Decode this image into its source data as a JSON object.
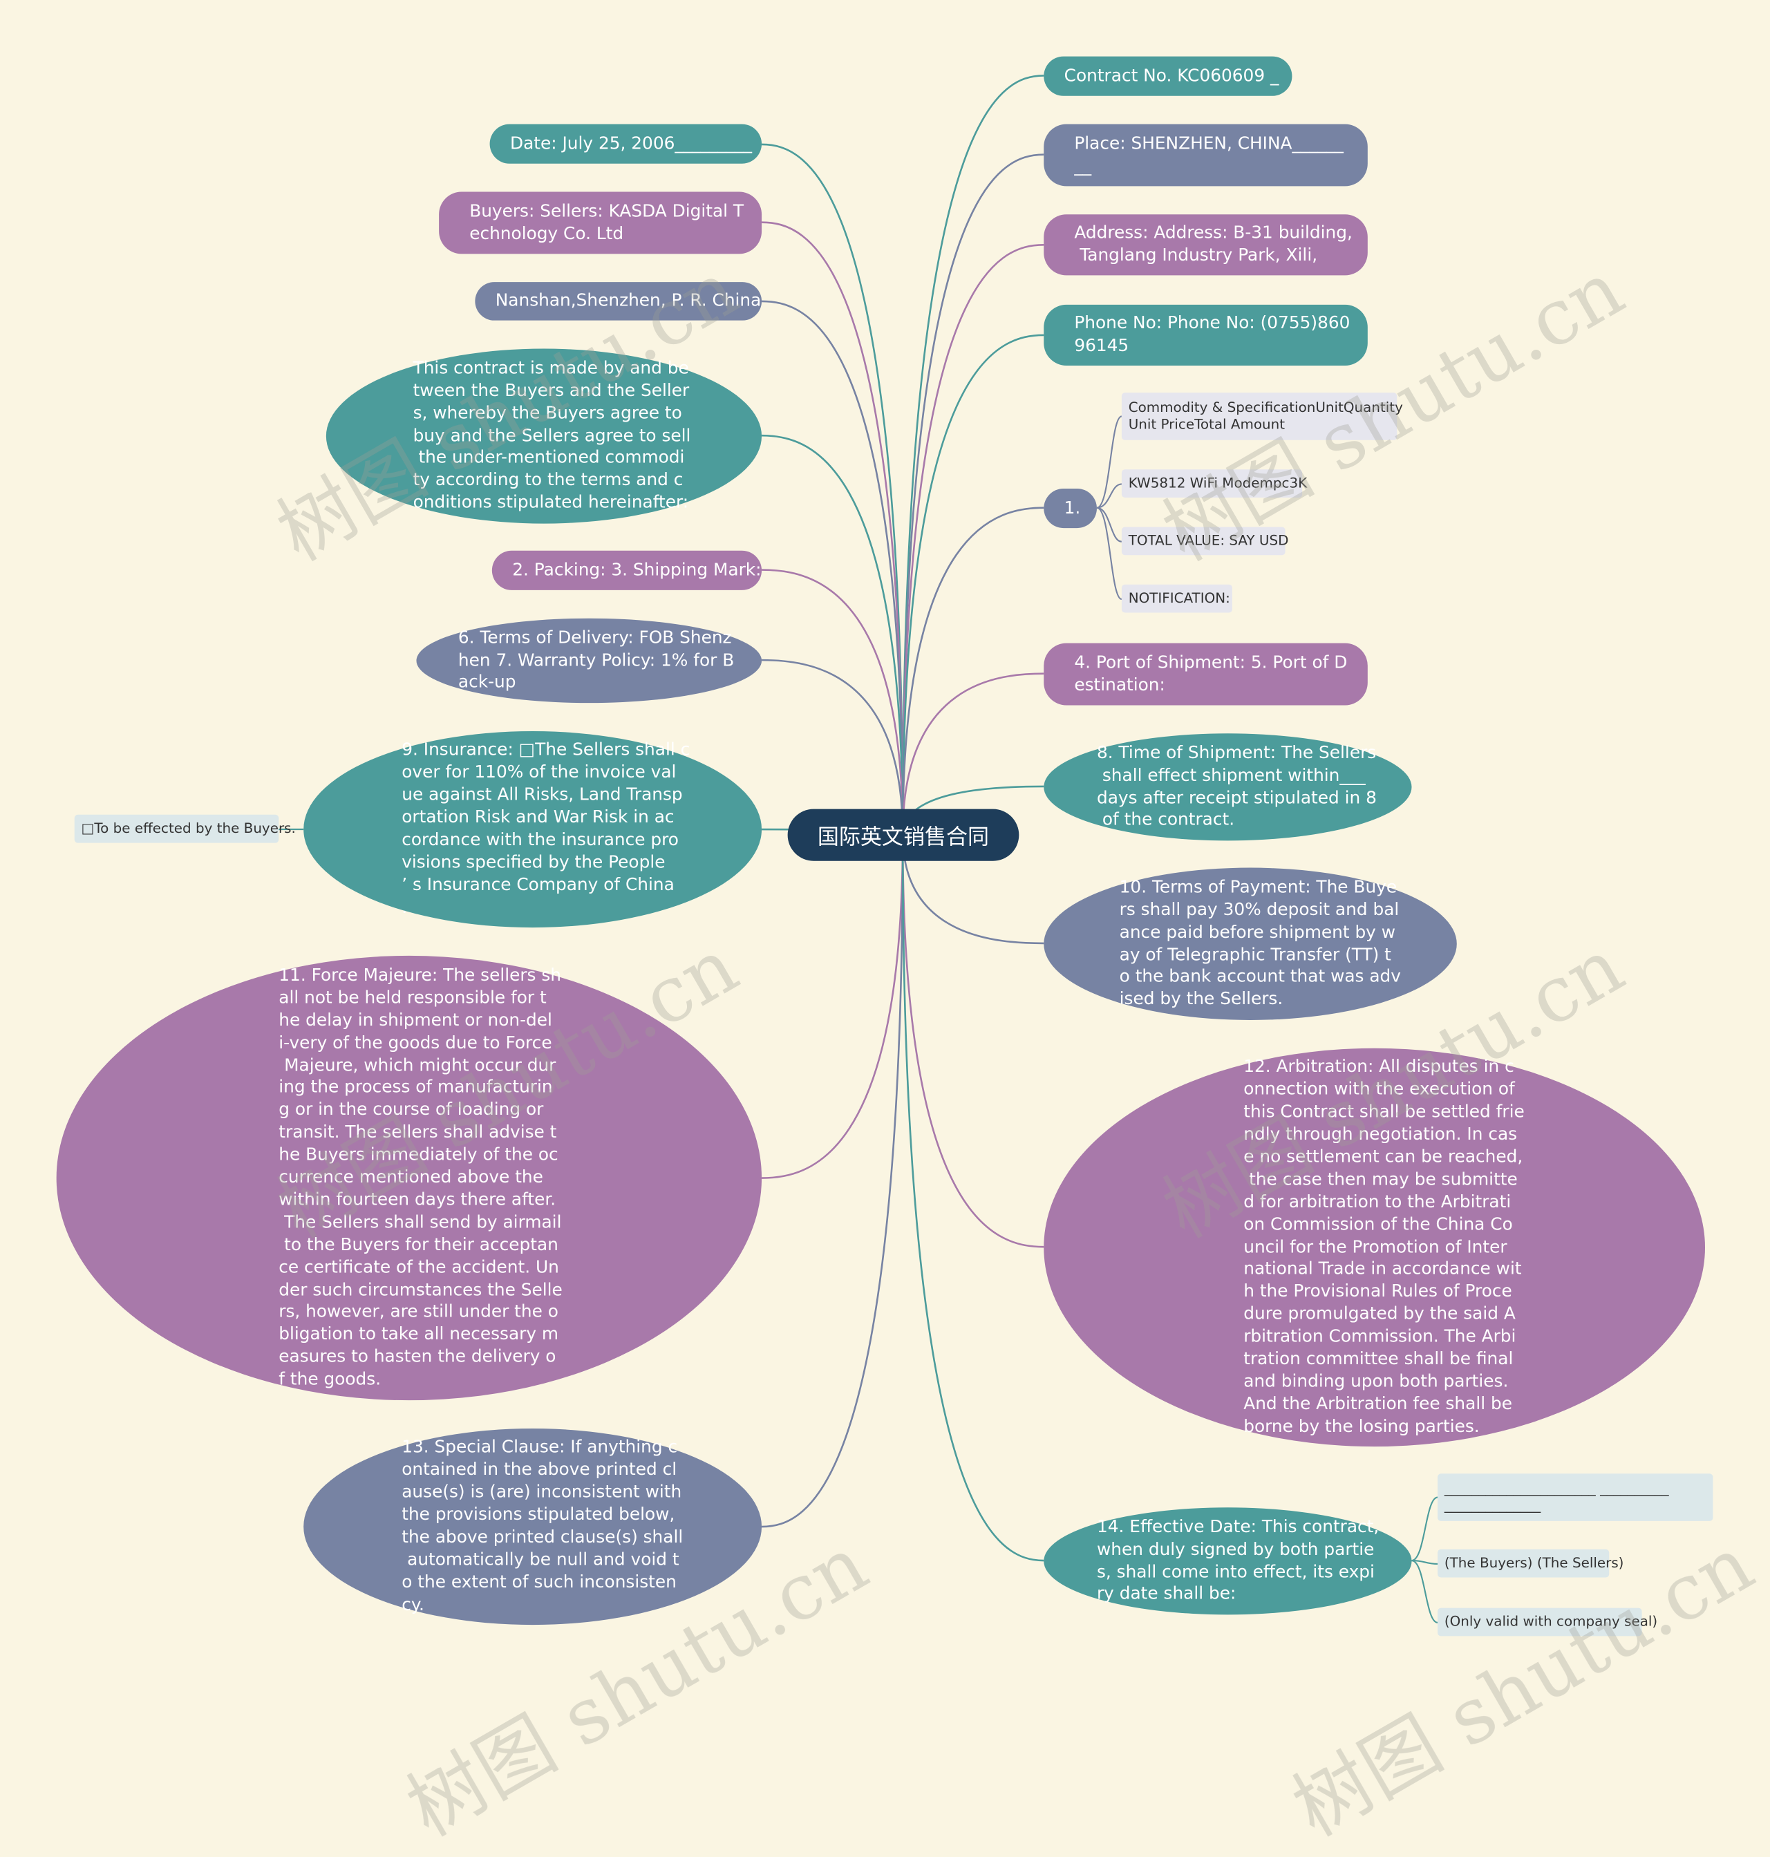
{
  "root": "国际英文销售合同",
  "left": [
    {
      "text": "Date: July 25, 2006_________"
    },
    {
      "text": "Buyers: Sellers: KASDA Digital T\nechnology Co. Ltd"
    },
    {
      "text": "Nanshan,Shenzhen, P. R. China"
    },
    {
      "text": "This contract is made by and be\ntween the Buyers and the Seller\ns, whereby the Buyers agree to\nbuy and the Sellers agree to sell\n the under-mentioned commodi\nty according to the terms and c\nonditions stipulated hereinafter:"
    },
    {
      "text": "2. Packing: 3. Shipping Mark:"
    },
    {
      "text": "6. Terms of Delivery: FOB Shenz\nhen 7. Warranty Policy: 1% for B\nack-up"
    },
    {
      "text": "9. Insurance: □The Sellers shall c\nover for 110% of the invoice val\nue against All Risks, Land Transp\nortation Risk and War Risk in ac\ncordance with the insurance pro\nvisions specified by the People\n’ s Insurance Company of China\n."
    },
    {
      "text": "11. Force Majeure: The sellers sh\nall not be held responsible for t\nhe delay in shipment or non-del\ni-very of the goods due to Force\n Majeure, which might occur dur\ning the process of manufacturin\ng or in the course of loading or\ntransit. The sellers shall advise t\nhe Buyers immediately of the oc\ncurrence mentioned above the\nwithin fourteen days there after.\n The Sellers shall send by airmail\n to the Buyers for their acceptan\nce certificate of the accident. Un\nder such circumstances the Selle\nrs, however, are still under the o\nbligation to take all necessary m\neasures to hasten the delivery o\nf the goods."
    },
    {
      "text": "13. Special Clause: If anything c\nontained in the above printed cl\nause(s) is (are) inconsistent with\nthe provisions stipulated below,\nthe above printed clause(s) shall\n automatically be null and void t\no the extent of such inconsisten\ncy."
    }
  ],
  "insurance_child": "□To be effected by the Buyers.",
  "right": [
    {
      "text": "Contract No. KC060609 _"
    },
    {
      "text": "Place: SHENZHEN, CHINA______\n__"
    },
    {
      "text": "Address: Address: B-31 building,\n Tanglang Industry Park, Xili,"
    },
    {
      "text": "Phone No: Phone No: (0755)860\n96145"
    },
    {
      "text": "1."
    },
    {
      "text": "4. Port of Shipment: 5. Port of D\nestination:"
    },
    {
      "text": "8. Time of Shipment: The Sellers\n shall effect shipment within___\ndays after receipt stipulated in 8\n of the contract."
    },
    {
      "text": "10. Terms of Payment: The Buye\nrs shall pay 30% deposit and bal\nance paid before shipment by w\nay of Telegraphic Transfer (TT) t\no the bank account that was adv\nised by the Sellers."
    },
    {
      "text": "12. Arbitration: All disputes in c\nonnection with the execution of\nthis Contract shall be settled frie\nndly through negotiation. In cas\ne no settlement can be reached,\n the case then may be submitte\nd for arbitration to the Arbitrati\non Commission of the China Co\nuncil for the Promotion of Inter\nnational Trade in accordance wit\nh the Provisional Rules of Proce\ndure promulgated by the said A\nrbitration Commission. The Arbi\ntration committee shall be final\nand binding upon both parties.\nAnd the Arbitration fee shall be\nborne by the losing parties."
    },
    {
      "text": "14. Effective Date: This contract,\nwhen duly signed by both partie\ns, shall come into effect, its expi\nry date shall be:"
    }
  ],
  "item1_children": [
    "Commodity & SpecificationUnitQuantity\nUnit PriceTotal Amount",
    "KW5812 WiFi Modempc3K",
    "TOTAL VALUE: SAY USD",
    "NOTIFICATION:"
  ],
  "item14_children": [
    "______________________ __________\n______________",
    "(The Buyers) (The Sellers)",
    "(Only valid with company seal)"
  ],
  "watermark": "树图 shutu.cn",
  "colors": {
    "background": "#FAF5E2",
    "root": "#1E3D5A",
    "teal": "#4C9C9B",
    "purple": "#A879AA",
    "slate": "#7783A3",
    "leaf": "#E6E6EE",
    "leaf_light": "#DCE8EA"
  }
}
